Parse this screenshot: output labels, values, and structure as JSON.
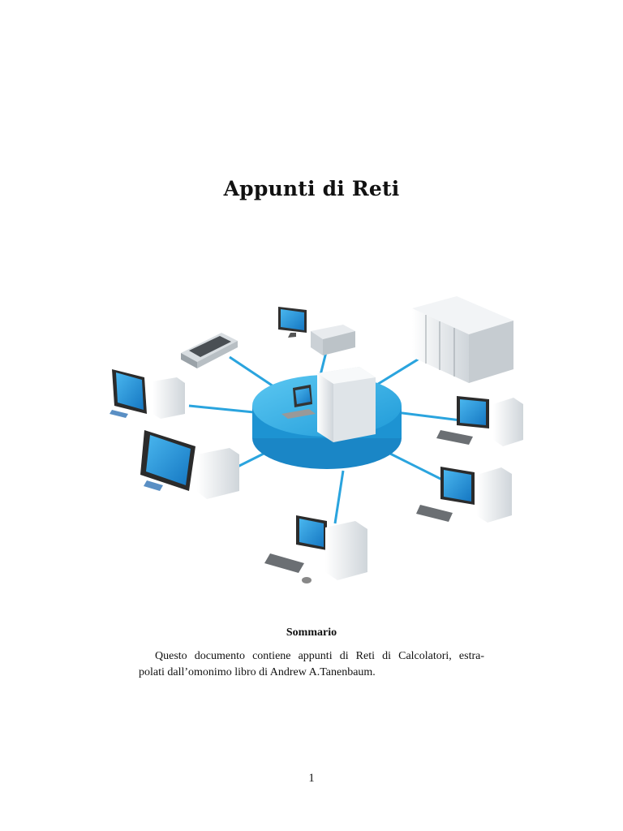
{
  "document": {
    "title": "Appunti di Reti",
    "abstract": {
      "heading": "Sommario",
      "lines": [
        "Questo documento contiene appunti di Reti di Calcolatori, estra-",
        "polati dall’omonimo libro di Andrew A.Tanenbaum."
      ]
    },
    "page_number": "1"
  },
  "figure": {
    "accent_color": "#29a6df",
    "screen_color": "#1e90d6",
    "device_color": "#e9ecef"
  }
}
